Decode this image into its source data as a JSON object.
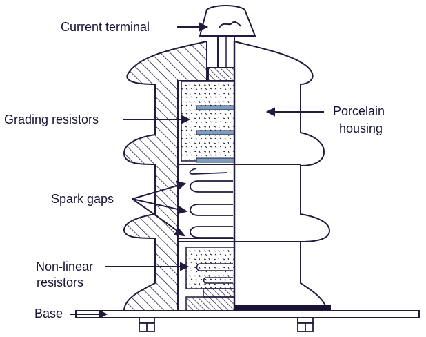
{
  "labels": {
    "current_terminal": "Current terminal",
    "grading_resistors": "Grading resistors",
    "porcelain_line1": "Porcelain",
    "porcelain_line2": "housing",
    "spark_gaps": "Spark gaps",
    "nonlinear_line1": "Non-linear",
    "nonlinear_line2": "resistors",
    "base": "Base"
  },
  "colors": {
    "outline": "#241a3e",
    "disc": "#7a9fbe"
  }
}
